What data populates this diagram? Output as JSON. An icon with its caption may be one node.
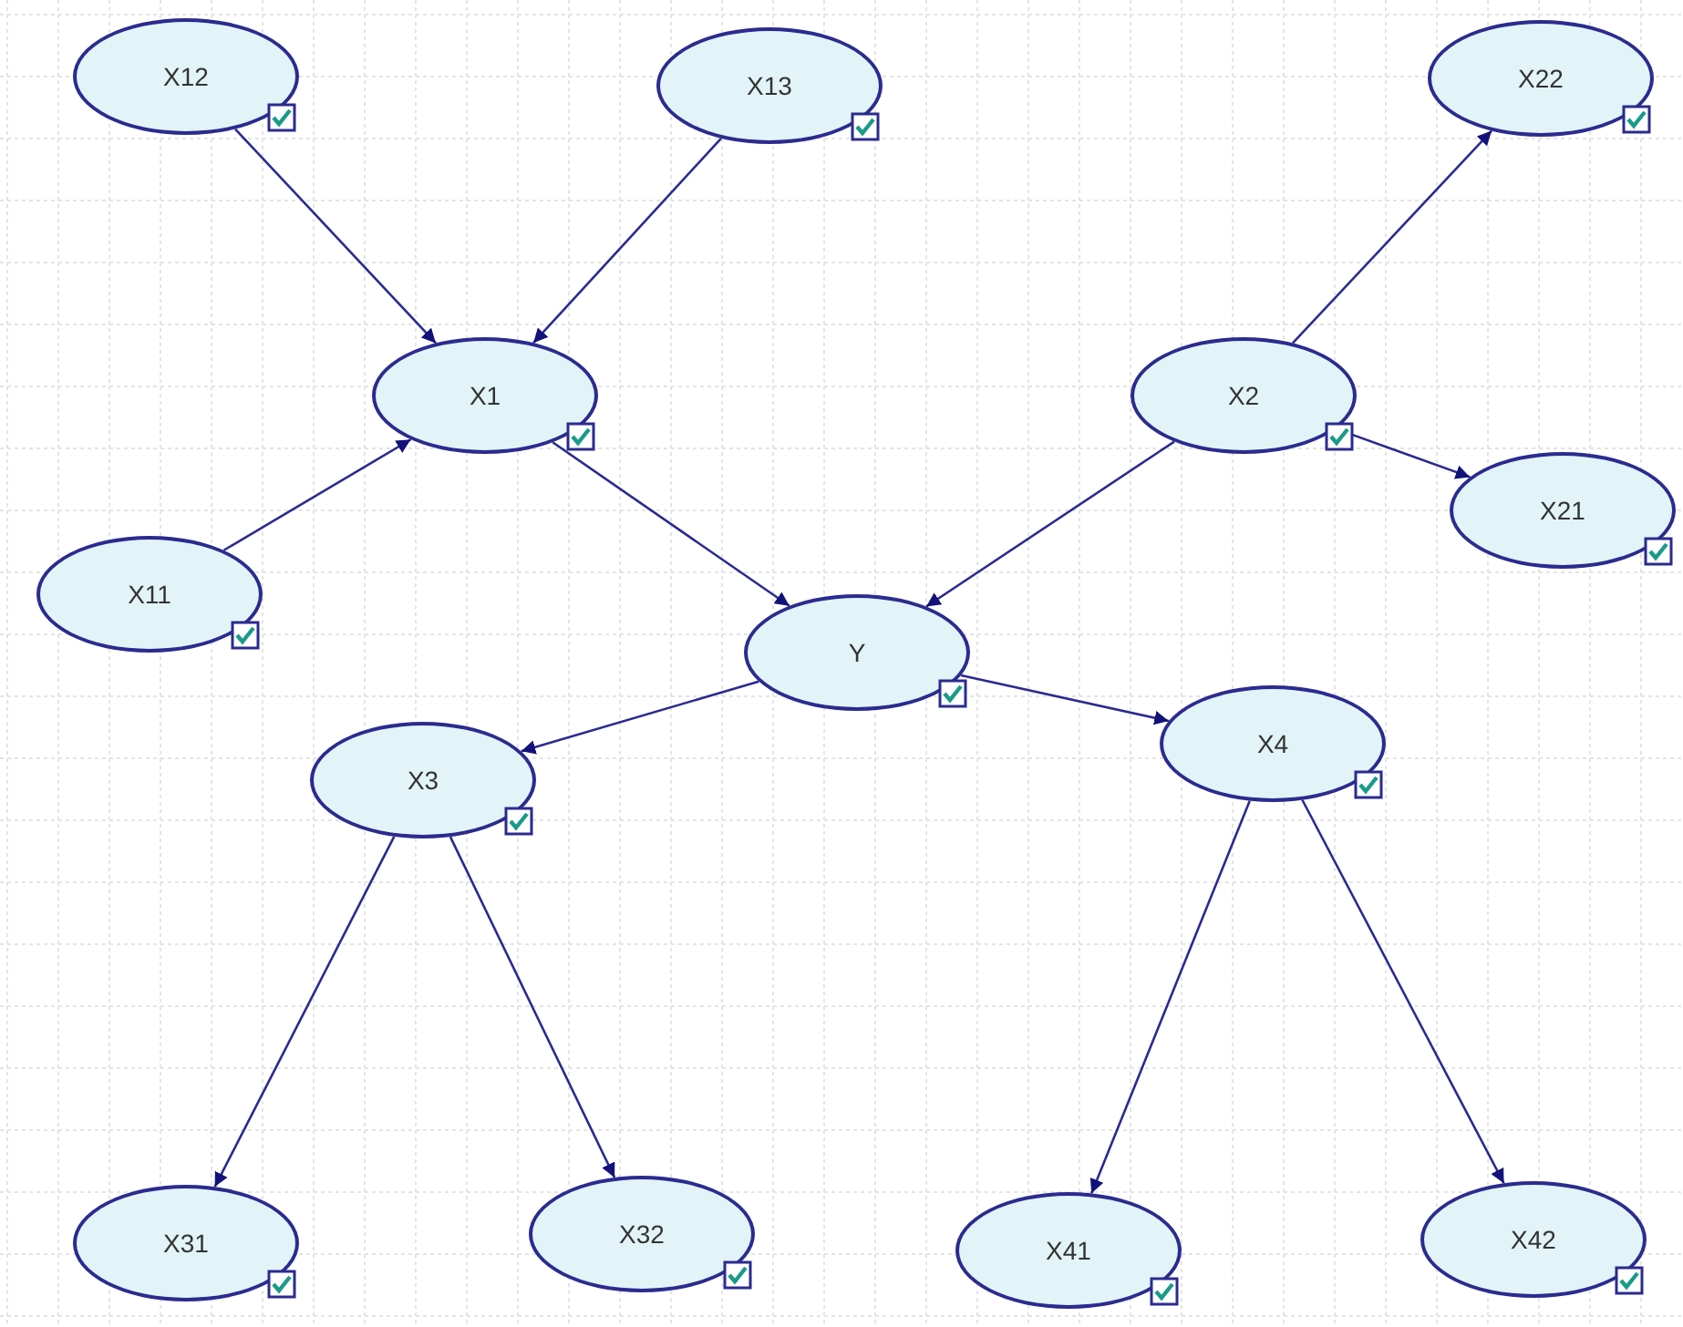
{
  "diagram": {
    "nodes": [
      {
        "text": [
          "X12"
        ]
      },
      {
        "text": [
          "X13"
        ]
      },
      {
        "text": [
          "X22"
        ]
      },
      {
        "text": [
          "X1"
        ]
      },
      {
        "text": [
          "X2"
        ]
      },
      {
        "text": [
          "X21"
        ]
      },
      {
        "text": [
          "X11"
        ]
      },
      {
        "text": [
          "Y"
        ]
      },
      {
        "text": [
          "X3"
        ]
      },
      {
        "text": [
          "X4"
        ]
      },
      {
        "text": [
          "X31"
        ]
      },
      {
        "text": [
          "X32"
        ]
      },
      {
        "text": [
          "X41"
        ]
      },
      {
        "text": [
          "X42"
        ]
      }
    ],
    "edges": [
      {
        "from": 0,
        "to": 3,
        "arrow": "to"
      },
      {
        "from": 1,
        "to": 3,
        "arrow": "to"
      },
      {
        "from": 6,
        "to": 3,
        "arrow": "to"
      },
      {
        "from": 3,
        "to": 7,
        "arrow": "to"
      },
      {
        "from": 4,
        "to": 2,
        "arrow": "to"
      },
      {
        "from": 4,
        "to": 5,
        "arrow": "to"
      },
      {
        "from": 4,
        "to": 7,
        "arrow": "to"
      },
      {
        "from": 7,
        "to": 8,
        "arrow": "to"
      },
      {
        "from": 7,
        "to": 9,
        "arrow": "to"
      },
      {
        "from": 8,
        "to": 10,
        "arrow": "to"
      },
      {
        "from": 8,
        "to": 11,
        "arrow": "to"
      },
      {
        "from": 9,
        "to": 12,
        "arrow": "to"
      },
      {
        "from": 9,
        "to": 13,
        "arrow": "to"
      }
    ]
  }
}
